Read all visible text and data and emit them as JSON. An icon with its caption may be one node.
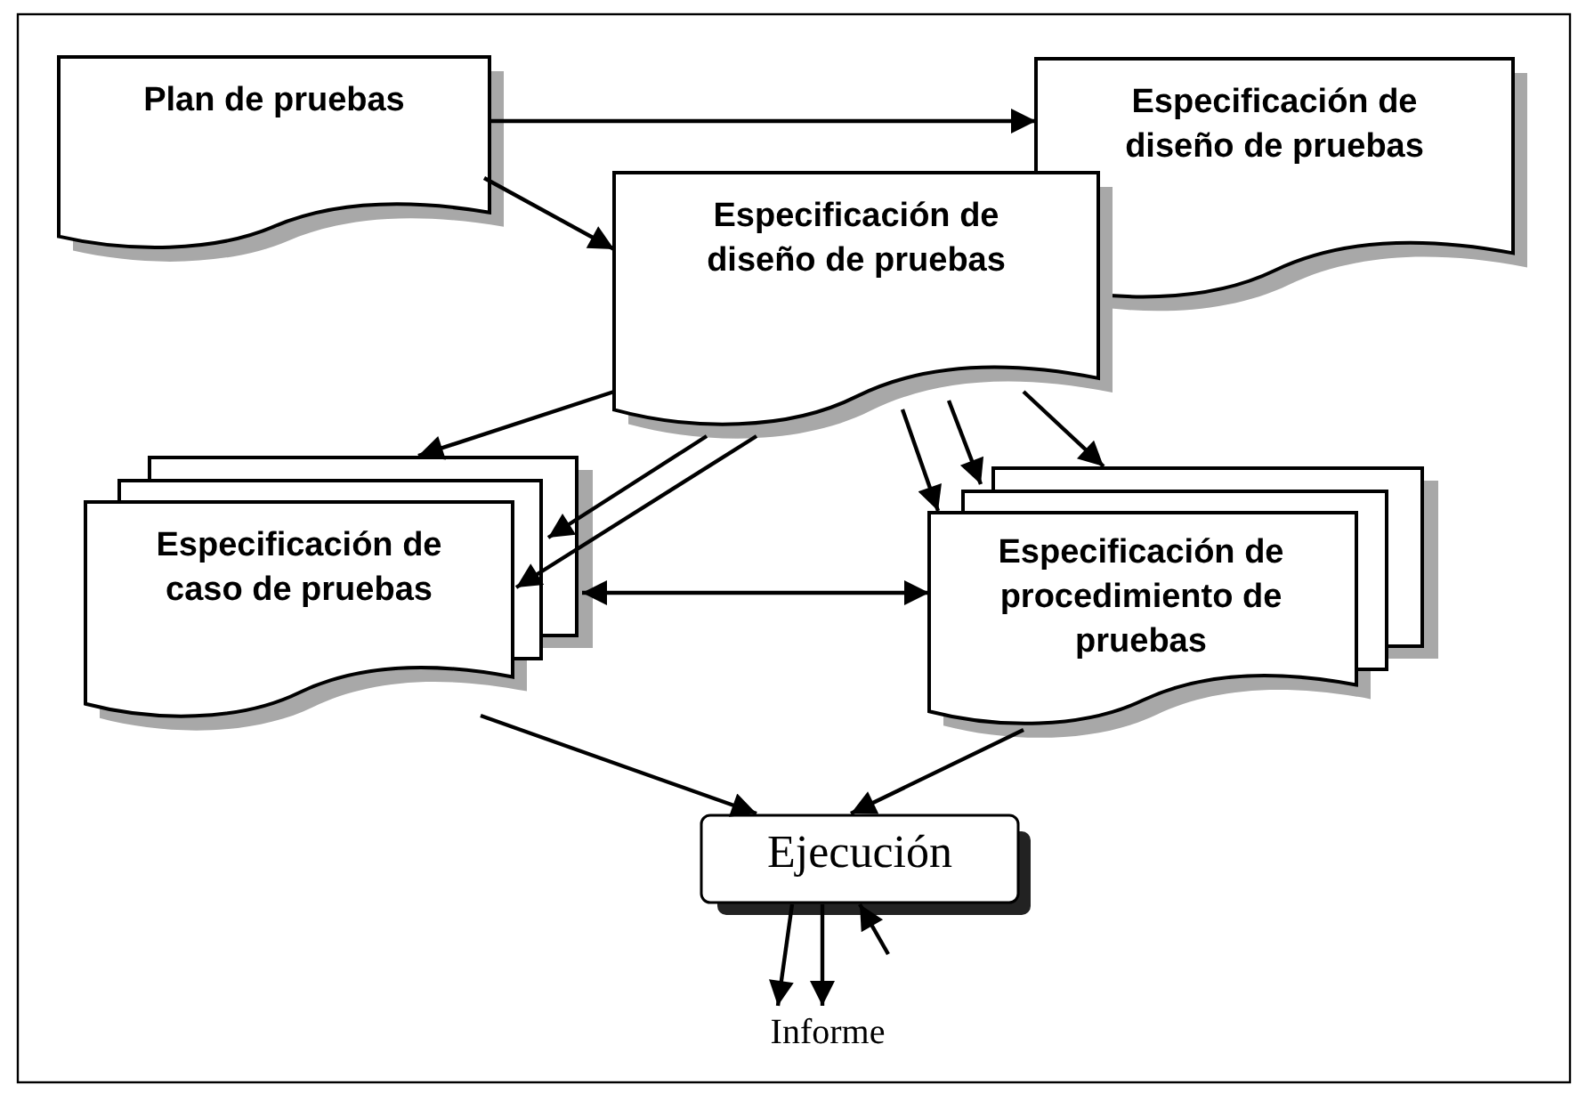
{
  "diagram": {
    "nodes": [
      {
        "text": [
          "Plan de pruebas"
        ]
      },
      {
        "text": [
          "Especificación de diseño de pruebas"
        ]
      },
      {
        "text": [
          "Especificación de diseño de pruebas"
        ]
      },
      {
        "text": [
          "Especificación de caso de pruebas"
        ]
      },
      {
        "text": [
          "Especificación de procedimiento de pruebas"
        ]
      },
      {
        "text": [
          "Ejecución"
        ]
      },
      {
        "text": [
          "Informe"
        ]
      }
    ],
    "edges": [
      {
        "from": 0,
        "to": 1,
        "arrow": "to"
      },
      {
        "from": 0,
        "to": 2,
        "arrow": "to"
      },
      {
        "from": 2,
        "to": 3,
        "arrow": "to"
      },
      {
        "from": 2,
        "to": 3,
        "arrow": "to"
      },
      {
        "from": 2,
        "to": 3,
        "arrow": "to"
      },
      {
        "from": 2,
        "to": 4,
        "arrow": "to"
      },
      {
        "from": 2,
        "to": 4,
        "arrow": "to"
      },
      {
        "from": 2,
        "to": 4,
        "arrow": "to"
      },
      {
        "from": 3,
        "to": 4,
        "arrow": "both"
      },
      {
        "from": 3,
        "to": 5,
        "arrow": "to"
      },
      {
        "from": 4,
        "to": 5,
        "arrow": "to"
      },
      {
        "from": 5,
        "to": 6,
        "arrow": "to"
      },
      {
        "from": 5,
        "to": 6,
        "arrow": "to"
      },
      {
        "from": null,
        "to": 5,
        "arrow": "to"
      }
    ]
  }
}
